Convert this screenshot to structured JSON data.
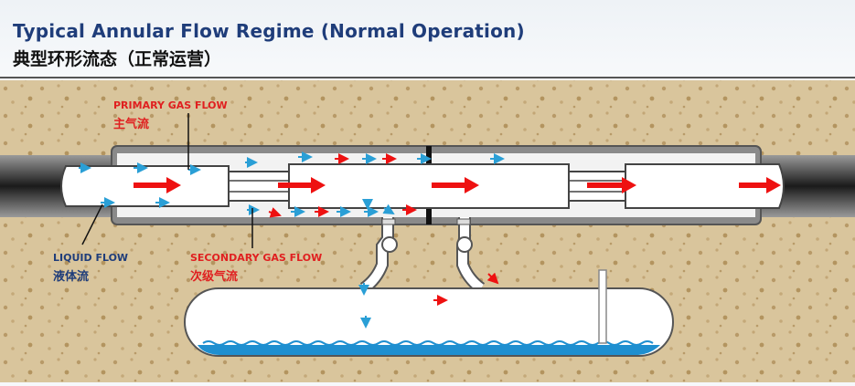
{
  "header": {
    "title_en": "Typical Annular Flow Regime (Normal Operation)",
    "title_zh": "典型环形流态（正常运营）"
  },
  "labels": {
    "primary_gas_en": "PRIMARY GAS FLOW",
    "primary_gas_zh": "主气流",
    "liquid_en": "LIQUID FLOW",
    "liquid_zh": "液体流",
    "secondary_gas_en": "SECONDARY GAS FLOW",
    "secondary_gas_zh": "次级气流"
  },
  "colors": {
    "title": "#1f3d7a",
    "red_label": "#e02020",
    "blue_label": "#1f3d7a",
    "gas_arrow": "#ee1111",
    "liquid_arrow": "#2a9fd6",
    "soil": "#d8c49a",
    "casing": "#7a7a7a",
    "pipe": "#ffffff",
    "water": "#1e8fd0"
  }
}
